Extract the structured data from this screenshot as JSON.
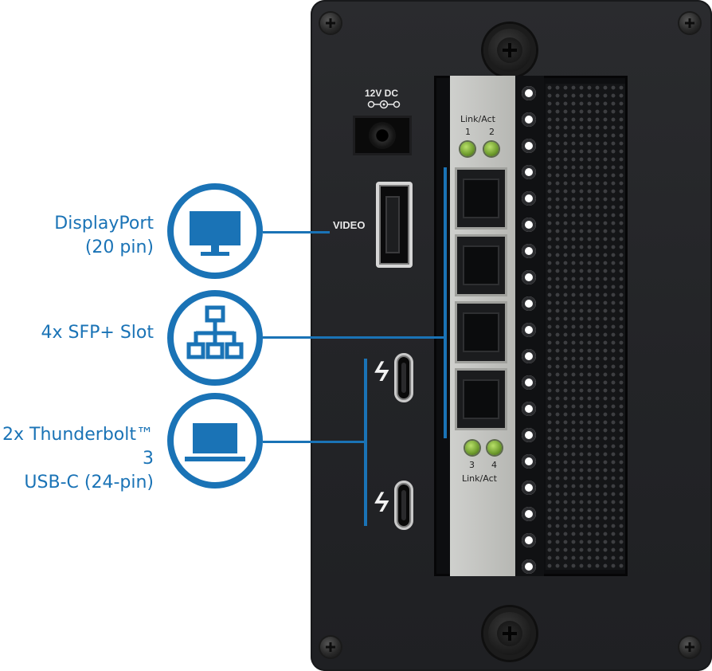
{
  "callouts": [
    {
      "id": "displayport",
      "line1": "DisplayPort",
      "line2": "(20 pin)",
      "icon": "monitor-icon"
    },
    {
      "id": "sfp",
      "line1": "4x SFP+ Slot",
      "icon": "network-topology-icon"
    },
    {
      "id": "thunderbolt",
      "line1": "2x Thunderbolt™ 3",
      "line2": "USB-C (24-pin)",
      "icon": "laptop-icon"
    }
  ],
  "panel": {
    "power_label": "12V DC",
    "video_label": "VIDEO",
    "card_top_label": "Link/Act",
    "card_top_ports": [
      "1",
      "2"
    ],
    "card_bottom_ports": [
      "3",
      "4"
    ],
    "card_bottom_label": "Link/Act"
  },
  "colors": {
    "accent": "#1a73b6",
    "panel": "#242528",
    "led": "#8cc63f"
  }
}
